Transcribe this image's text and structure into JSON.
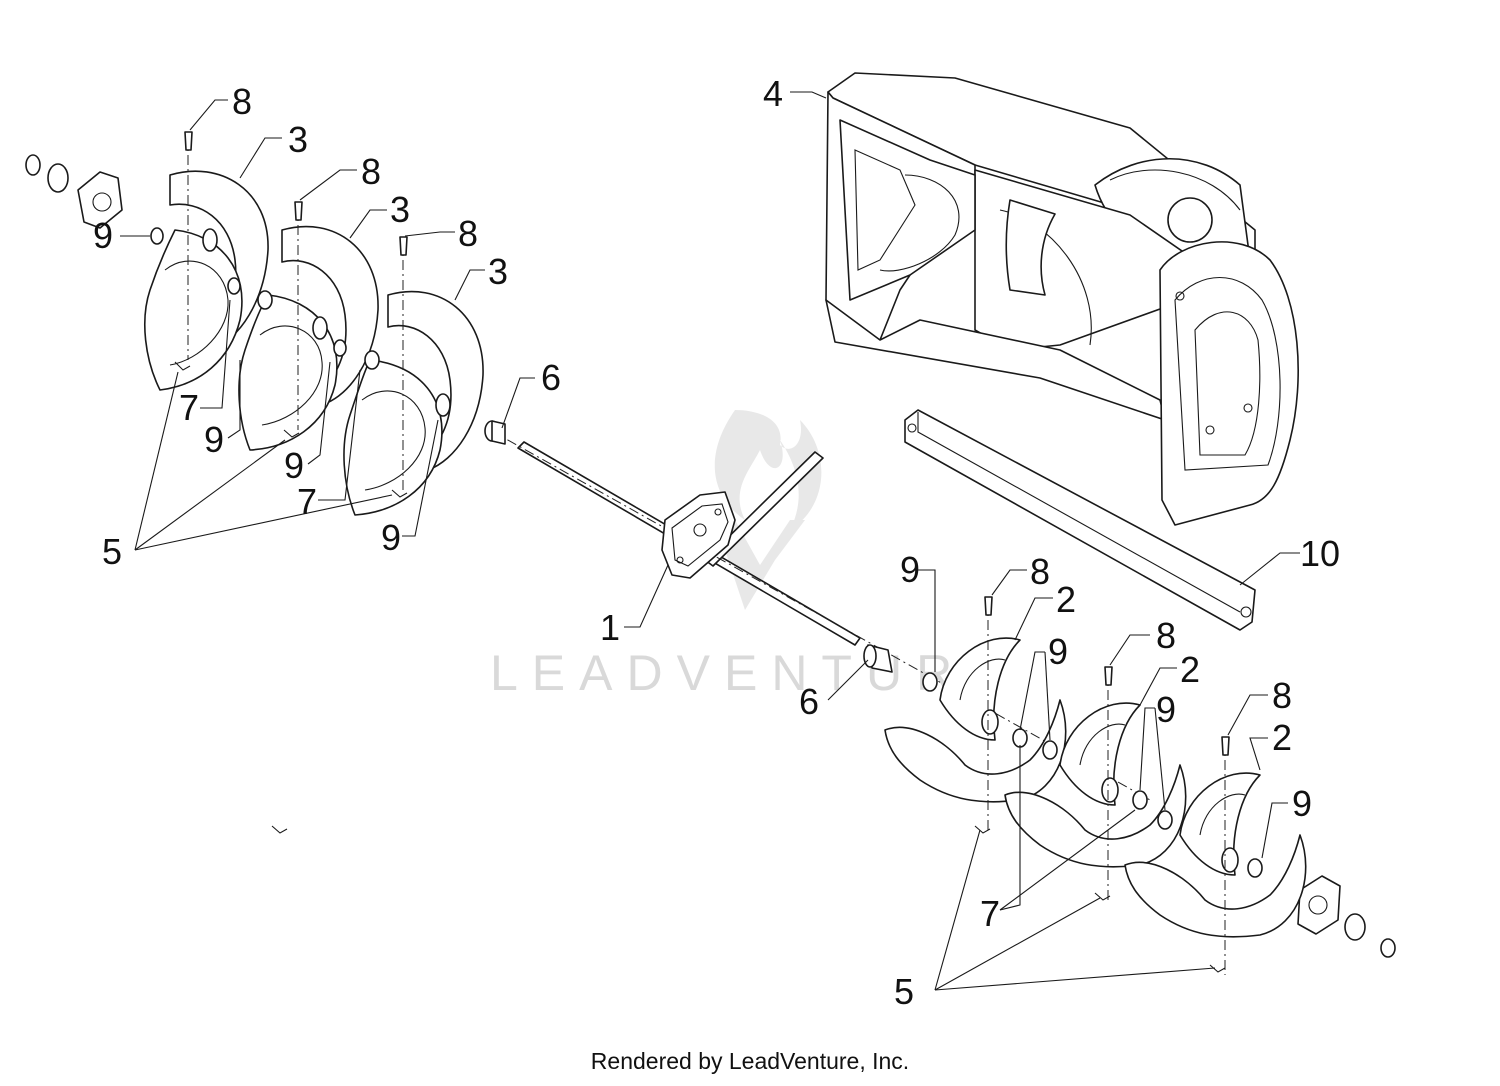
{
  "diagram": {
    "watermark": "LEADVENTURE",
    "callouts": [
      {
        "id": "c8a",
        "label": "8"
      },
      {
        "id": "c3a",
        "label": "3"
      },
      {
        "id": "c9a",
        "label": "9"
      },
      {
        "id": "c8b",
        "label": "8"
      },
      {
        "id": "c3b",
        "label": "3"
      },
      {
        "id": "c8c",
        "label": "8"
      },
      {
        "id": "c3c",
        "label": "3"
      },
      {
        "id": "c6a",
        "label": "6"
      },
      {
        "id": "c7a",
        "label": "7"
      },
      {
        "id": "c9b",
        "label": "9"
      },
      {
        "id": "c9c",
        "label": "9"
      },
      {
        "id": "c7b",
        "label": "7"
      },
      {
        "id": "c9d",
        "label": "9"
      },
      {
        "id": "c5a",
        "label": "5"
      },
      {
        "id": "c1",
        "label": "1"
      },
      {
        "id": "c4",
        "label": "4"
      },
      {
        "id": "c10",
        "label": "10"
      },
      {
        "id": "c9e",
        "label": "9"
      },
      {
        "id": "c8d",
        "label": "8"
      },
      {
        "id": "c2a",
        "label": "2"
      },
      {
        "id": "c9f",
        "label": "9"
      },
      {
        "id": "c6b",
        "label": "6"
      },
      {
        "id": "c8e",
        "label": "8"
      },
      {
        "id": "c2b",
        "label": "2"
      },
      {
        "id": "c9g",
        "label": "9"
      },
      {
        "id": "c8f",
        "label": "8"
      },
      {
        "id": "c2c",
        "label": "2"
      },
      {
        "id": "c9h",
        "label": "9"
      },
      {
        "id": "c7c",
        "label": "7"
      },
      {
        "id": "c5b",
        "label": "5"
      }
    ]
  },
  "footer": {
    "text": "Rendered by LeadVenture, Inc."
  }
}
